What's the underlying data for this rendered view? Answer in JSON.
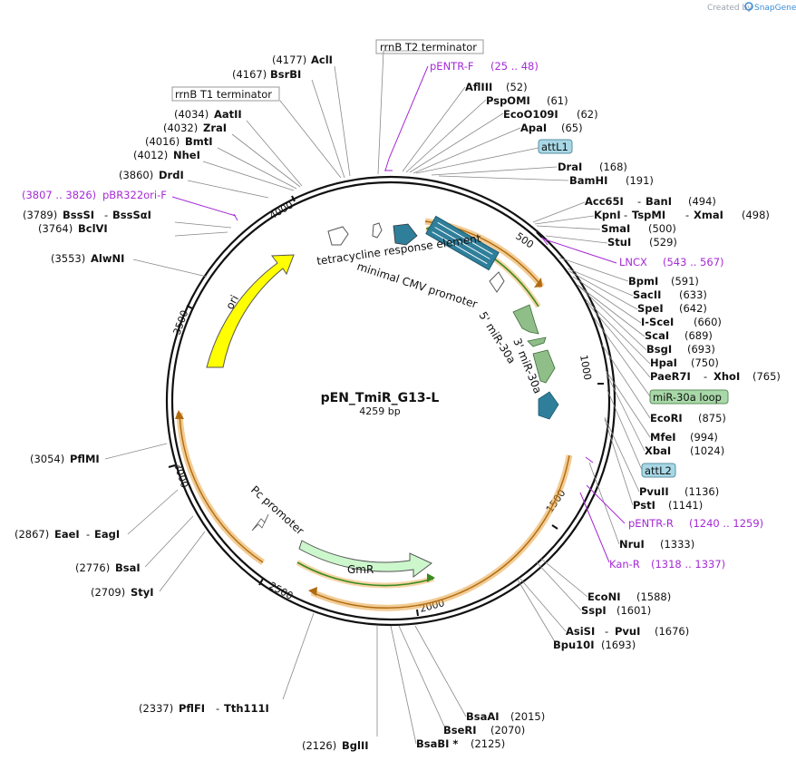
{
  "app": {
    "credit": "Created by",
    "brand": "SnapGene"
  },
  "plasmid": {
    "name": "pEN_TmiR_G13-L",
    "length": "4259 bp"
  },
  "ticks": [
    "500",
    "1000",
    "1500",
    "2000",
    "2500",
    "3000",
    "3500",
    "4000"
  ],
  "boxed_labels": {
    "rrnb_t2": "rrnB T2 terminator",
    "rrnb_t1": "rrnB T1 terminator",
    "attl1": "attL1",
    "attl2": "attL2",
    "mir30a_loop": "miR-30a loop"
  },
  "features": {
    "tre": "tetracycline response element",
    "cmv": "minimal CMV promoter",
    "mir5": "5' miR-30a",
    "mir3": "3' miR-30a",
    "ori": "ori",
    "pc": "Pc promoter",
    "gmr": "GmR"
  },
  "sites": [
    {
      "pos": "(4177)",
      "name": "AclI"
    },
    {
      "pos": "(4167)",
      "name": "BsrBI"
    },
    {
      "pos": "(4034)",
      "name": "AatII"
    },
    {
      "pos": "(4032)",
      "name": "ZraI"
    },
    {
      "pos": "(4016)",
      "name": "BmtI"
    },
    {
      "pos": "(4012)",
      "name": "NheI"
    },
    {
      "pos": "(3860)",
      "name": "DrdI"
    },
    {
      "pos": "(3789)",
      "name": "BssSI",
      "name2": "BssSαI"
    },
    {
      "pos": "(3764)",
      "name": "BclVI"
    },
    {
      "pos": "(3553)",
      "name": "AlwNI"
    },
    {
      "pos": "(3054)",
      "name": "PflMI"
    },
    {
      "pos": "(2867)",
      "name": "EaeI",
      "name2": "EagI"
    },
    {
      "pos": "(2776)",
      "name": "BsaI"
    },
    {
      "pos": "(2709)",
      "name": "StyI"
    },
    {
      "pos": "(2337)",
      "name": "PflFI",
      "name2": "Tth111I"
    },
    {
      "pos": "(2126)",
      "name": "BglII"
    },
    {
      "name": "AflIII",
      "pos": "(52)"
    },
    {
      "name": "PspOMI",
      "pos": "(61)"
    },
    {
      "name": "EcoO109I",
      "pos": "(62)"
    },
    {
      "name": "ApaI",
      "pos": "(65)"
    },
    {
      "name": "DraI",
      "pos": "(168)"
    },
    {
      "name": "BamHI",
      "pos": "(191)"
    },
    {
      "name": "Acc65I",
      "name2": "BanI",
      "pos": "(494)"
    },
    {
      "name": "KpnI",
      "name2": "TspMI",
      "name3": "XmaI",
      "pos": "(498)"
    },
    {
      "name": "SmaI",
      "pos": "(500)"
    },
    {
      "name": "StuI",
      "pos": "(529)"
    },
    {
      "name": "BpmI",
      "pos": "(591)"
    },
    {
      "name": "SacII",
      "pos": "(633)"
    },
    {
      "name": "SpeI",
      "pos": "(642)"
    },
    {
      "name": "I-SceI",
      "pos": "(660)"
    },
    {
      "name": "ScaI",
      "pos": "(689)"
    },
    {
      "name": "BsgI",
      "pos": "(693)"
    },
    {
      "name": "HpaI",
      "pos": "(750)"
    },
    {
      "name": "PaeR7I",
      "name2": "XhoI",
      "pos": "(765)"
    },
    {
      "name": "EcoRI",
      "pos": "(875)"
    },
    {
      "name": "MfeI",
      "pos": "(994)"
    },
    {
      "name": "XbaI",
      "pos": "(1024)"
    },
    {
      "name": "PvuII",
      "pos": "(1136)"
    },
    {
      "name": "PstI",
      "pos": "(1141)"
    },
    {
      "name": "NruI",
      "pos": "(1333)"
    },
    {
      "name": "EcoNI",
      "pos": "(1588)"
    },
    {
      "name": "SspI",
      "pos": "(1601)"
    },
    {
      "name": "AsiSI",
      "name2": "PvuI",
      "pos": "(1676)"
    },
    {
      "name": "Bpu10I",
      "pos": "(1693)"
    },
    {
      "name": "BsaAI",
      "pos": "(2015)"
    },
    {
      "name": "BseRI",
      "pos": "(2070)"
    },
    {
      "name": "BsaBI *",
      "pos": "(2125)"
    }
  ],
  "primers": {
    "pentr_f": {
      "name": "pENTR-F",
      "range": "(25 .. 48)"
    },
    "lncx": {
      "name": "LNCX",
      "range": "(543 .. 567)"
    },
    "pentr_r": {
      "name": "pENTR-R",
      "range": "(1240 .. 1259)"
    },
    "kan_r": {
      "name": "Kan-R",
      "range": "(1318 .. 1337)"
    },
    "pbr322": {
      "name": "pBR322ori-F",
      "range": "(3807 .. 3826)"
    }
  },
  "colors": {
    "primer": "#a52ad6",
    "ori": "#ffff00",
    "gmr": "#ccf7cc",
    "orf": "#e8a23c",
    "orf_inner": "#3a8a1f",
    "teal": "#2f7f9b",
    "mir": "#8fbe88",
    "attl": "#a8d8e6",
    "loop": "#a8d8a8"
  }
}
